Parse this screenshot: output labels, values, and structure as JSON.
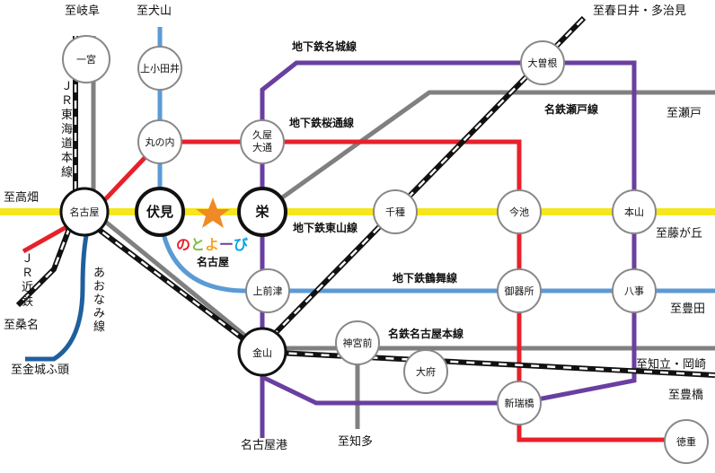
{
  "lines": {
    "meijo": "地下鉄名城線",
    "sakuradori": "地下鉄桜通線",
    "meitetsu_seto": "名鉄瀬戸線",
    "higashiyama": "地下鉄東山線",
    "tsurumai": "地下鉄鶴舞線",
    "meitetsu_nagoya": "名鉄名古屋本線",
    "aonami": "あおなみ線",
    "jr_tokaido": "ＪＲ東海道本線",
    "kintetsu": "ＪＲ近鉄"
  },
  "directions": {
    "gifu": "至岐阜",
    "inuyama": "至犬山",
    "kasugai": "至春日井・多治見",
    "seto": "至瀬戸",
    "takabata": "至高畑",
    "fujigaoka": "至藤が丘",
    "kuwana": "至桑名",
    "kinjo": "至金城ふ頭",
    "toyoda": "至豊田",
    "chiryu": "至知立・岡崎",
    "toyohashi": "至豊橋",
    "nagoyako": "名古屋港",
    "chita": "至知多"
  },
  "stations": {
    "ichinomiya": "一宮",
    "kamiotai": "上小田井",
    "marunouchi": "丸の内",
    "hisaya": "久屋大通",
    "ozone": "大曽根",
    "nagoya": "名古屋",
    "fushimi": "伏見",
    "sakae": "栄",
    "chikusa": "千種",
    "imaike": "今池",
    "motoyama": "本山",
    "kamimaezu": "上前津",
    "gokiso": "御器所",
    "yagoto": "八事",
    "kanayama": "金山",
    "jingumae": "神宮前",
    "obu": "大府",
    "shinmizuho": "新瑞橋",
    "tokushige": "徳重"
  },
  "brand": {
    "name": "のとよーび",
    "sub": "名古屋",
    "chars": [
      "の",
      "と",
      "よ",
      "ー",
      "び"
    ]
  },
  "colors": {
    "meijo": "#6a3fa0",
    "sakuradori": "#e8202a",
    "higashiyama": "#f5e61e",
    "tsurumai": "#5b9bd5",
    "meitetsu": "#808080",
    "aonami": "#1f5f9e",
    "star": "#f08a24",
    "brand_chars": [
      "#e8202a",
      "#7ac143",
      "#f5a623",
      "#6a3fa0",
      "#00a0e9"
    ]
  }
}
